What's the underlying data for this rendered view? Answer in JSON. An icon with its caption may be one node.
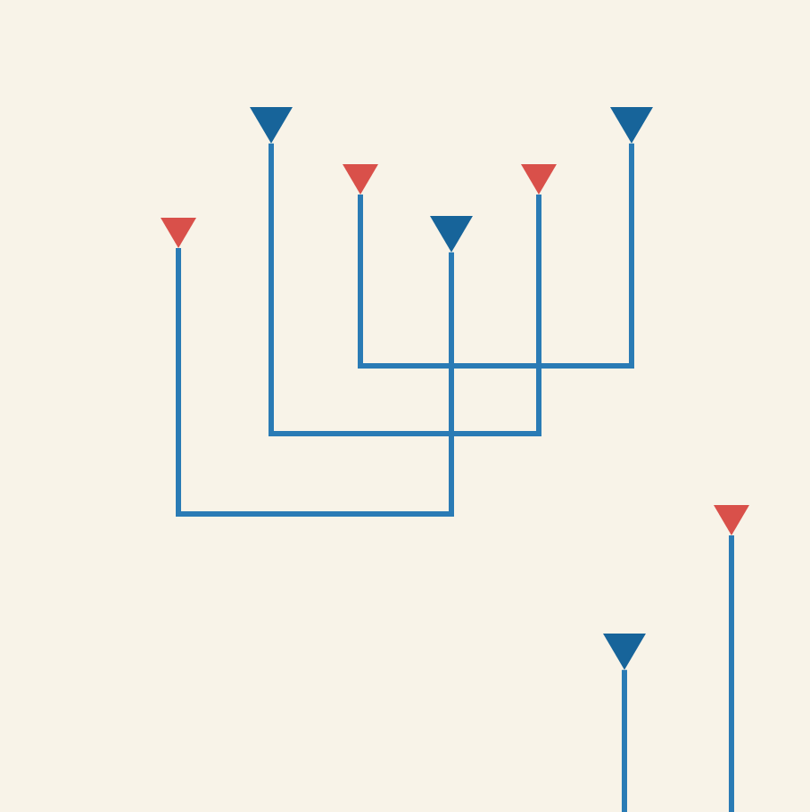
{
  "diagram": {
    "nodes": [
      {
        "text": [],
        "shape": "triangle"
      },
      {
        "text": [],
        "shape": "triangle"
      },
      {
        "text": [],
        "shape": "triangle"
      },
      {
        "text": [],
        "shape": "triangle"
      },
      {
        "text": [],
        "shape": "triangle"
      },
      {
        "text": [],
        "shape": "triangle"
      },
      {
        "text": [],
        "shape": "triangle"
      },
      {
        "text": [],
        "shape": "triangle"
      }
    ],
    "edges": [
      {
        "from": 2,
        "to": 6,
        "arrow": "none"
      },
      {
        "from": 1,
        "to": 4,
        "arrow": "none"
      },
      {
        "from": 0,
        "to": 3,
        "arrow": "none"
      },
      {
        "from": 7,
        "to": null,
        "arrow": "none"
      },
      {
        "from": 5,
        "to": null,
        "arrow": "none"
      }
    ]
  }
}
